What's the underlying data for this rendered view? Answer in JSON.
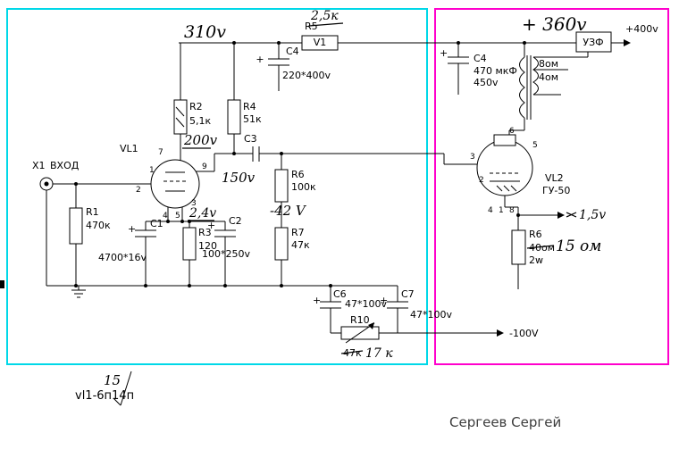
{
  "colors": {
    "left_box_border": "#00d8e8",
    "right_box_border": "#ff00cc",
    "wire": "#000000",
    "signature_text": "#3c3c3c"
  },
  "symbols": {
    "plus": "+"
  },
  "input": {
    "ref": "X1",
    "label": "ВХОД"
  },
  "resistors": {
    "r1": {
      "ref": "R1",
      "value": "470к"
    },
    "r2": {
      "ref": "R2",
      "value": "5,1к"
    },
    "r3": {
      "ref": "R3",
      "value": "120"
    },
    "r4": {
      "ref": "R4",
      "value": "51к"
    },
    "r5": {
      "ref": "R5",
      "tag": "V1"
    },
    "r6_left": {
      "ref": "R6",
      "value": "100к"
    },
    "r7": {
      "ref": "R7",
      "value": "47к"
    },
    "r10": {
      "ref": "R10",
      "old_value": "47к"
    },
    "r6_right": {
      "ref": "R6",
      "old_value": "40ом",
      "power": "2w"
    }
  },
  "capacitors": {
    "c1": {
      "ref": "C1",
      "value": "4700*16v"
    },
    "c2": {
      "ref": "C2",
      "value": "100*250v"
    },
    "c3": {
      "ref": "C3"
    },
    "c4_left": {
      "ref": "C4",
      "value": "220*400v"
    },
    "c4_right": {
      "ref": "C4",
      "value": "470 мкФ",
      "voltage": "450v"
    },
    "c6": {
      "ref": "C6",
      "value": "47*100v"
    },
    "c7": {
      "ref": "C7",
      "value": "47*100v"
    }
  },
  "tubes": {
    "vl1": {
      "ref": "VL1",
      "note": "vl1-6п14п",
      "pins": [
        "7",
        "9",
        "1",
        "2",
        "3",
        "4",
        "5"
      ]
    },
    "vl2": {
      "ref": "VL2",
      "type": "ГУ-50",
      "pins": [
        "3",
        "6",
        "5",
        "2",
        "4",
        "1",
        "8"
      ]
    }
  },
  "transformer": {
    "taps": [
      "8ом",
      "4ом"
    ]
  },
  "uzf_label": "УЗФ",
  "rails": {
    "plus_400": "+400v",
    "minus_100": "-100V"
  },
  "annotations": {
    "b_plus_input": "310v",
    "r5_new_value": "2,5к",
    "anode1_voltage": "200v",
    "anode2_voltage": "150v",
    "cathode1_voltage": "2,4v",
    "grid_bias": "-42 V",
    "b_plus_output": "+ 360v",
    "cathode2_voltage": "1,5v",
    "r6_right_new_value": "15 ом",
    "r10_new_value": "17 к",
    "note_number": "15"
  },
  "signature": "Сергеев Сергей"
}
